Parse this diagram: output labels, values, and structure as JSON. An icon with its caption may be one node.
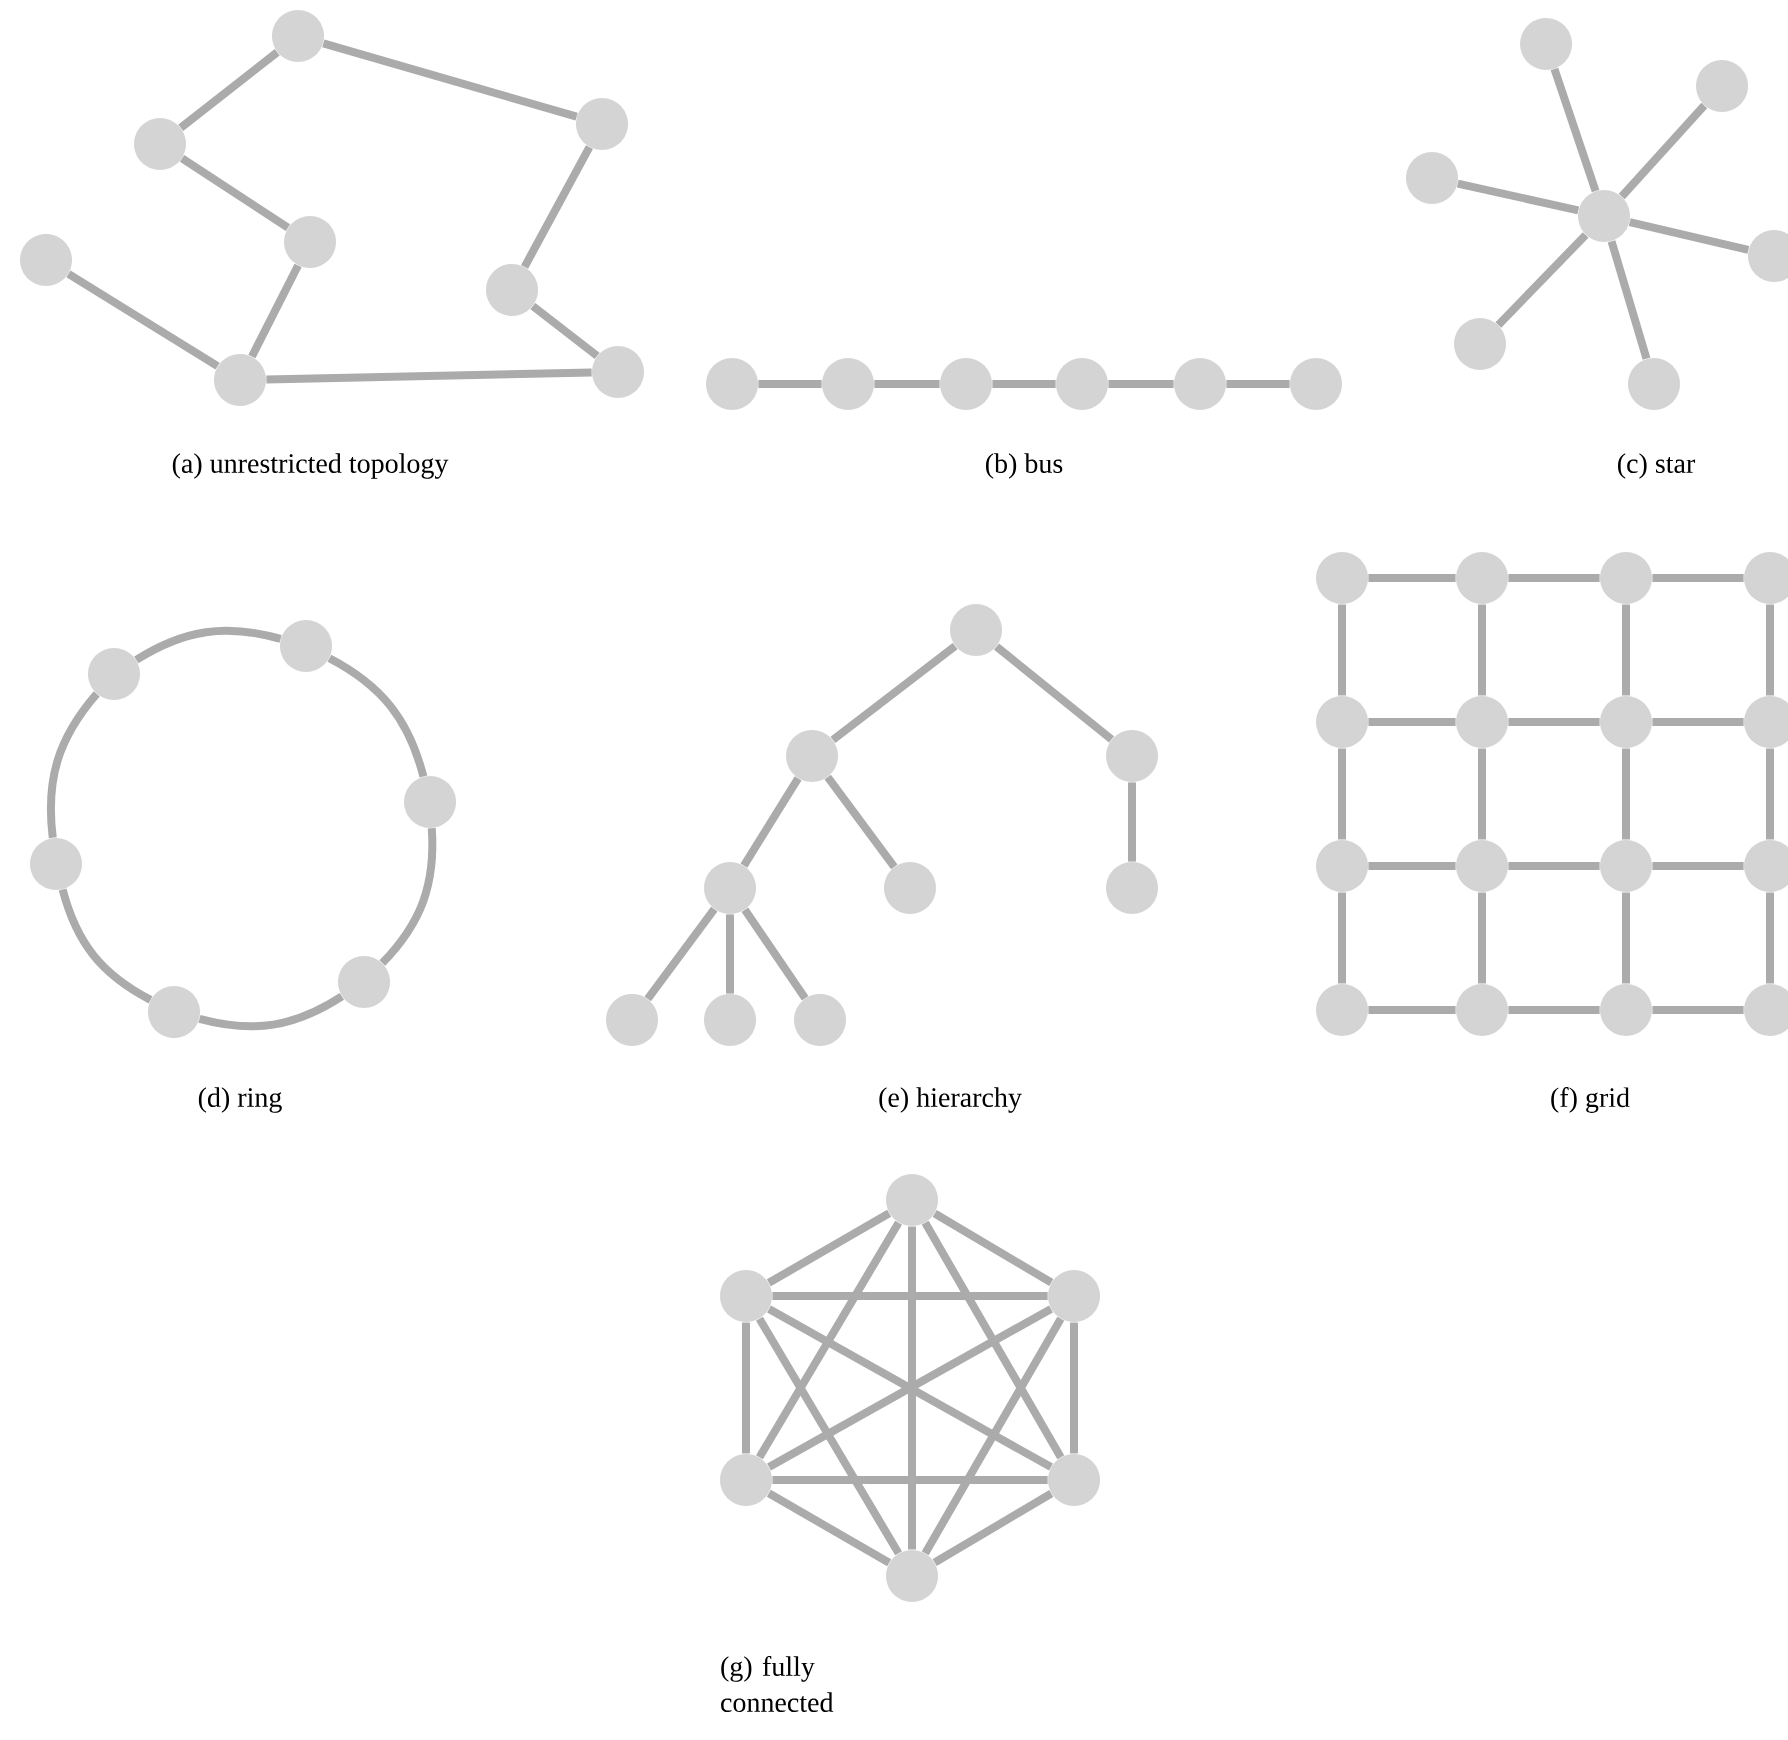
{
  "diagram": {
    "nodes": [
      {
        "text": [],
        "shape": "circle"
      },
      {
        "text": [],
        "shape": "circle"
      },
      {
        "text": [],
        "shape": "circle"
      },
      {
        "text": [],
        "shape": "circle"
      },
      {
        "text": [],
        "shape": "circle"
      },
      {
        "text": [],
        "shape": "circle"
      },
      {
        "text": [],
        "shape": "circle"
      },
      {
        "text": [],
        "shape": "circle"
      },
      {
        "text": [],
        "shape": "circle"
      },
      {
        "text": [],
        "shape": "circle"
      },
      {
        "text": [],
        "shape": "circle"
      },
      {
        "text": [],
        "shape": "circle"
      },
      {
        "text": [],
        "shape": "circle"
      },
      {
        "text": [],
        "shape": "circle"
      },
      {
        "text": [],
        "shape": "circle"
      },
      {
        "text": [],
        "shape": "circle"
      },
      {
        "text": [],
        "shape": "circle"
      },
      {
        "text": [],
        "shape": "circle"
      },
      {
        "text": [],
        "shape": "circle"
      },
      {
        "text": [],
        "shape": "circle"
      },
      {
        "text": [],
        "shape": "circle"
      },
      {
        "text": [],
        "shape": "circle"
      },
      {
        "text": [],
        "shape": "circle"
      },
      {
        "text": [],
        "shape": "circle"
      },
      {
        "text": [],
        "shape": "circle"
      },
      {
        "text": [],
        "shape": "circle"
      },
      {
        "text": [],
        "shape": "circle"
      },
      {
        "text": [],
        "shape": "circle"
      },
      {
        "text": [],
        "shape": "circle"
      },
      {
        "text": [],
        "shape": "circle"
      },
      {
        "text": [],
        "shape": "circle"
      },
      {
        "text": [],
        "shape": "circle"
      },
      {
        "text": [],
        "shape": "circle"
      },
      {
        "text": [],
        "shape": "circle"
      },
      {
        "text": [],
        "shape": "circle"
      },
      {
        "text": [],
        "shape": "circle"
      },
      {
        "text": [],
        "shape": "circle"
      },
      {
        "text": [],
        "shape": "circle"
      },
      {
        "text": [],
        "shape": "circle"
      },
      {
        "text": [],
        "shape": "circle"
      },
      {
        "text": [],
        "shape": "circle"
      },
      {
        "text": [],
        "shape": "circle"
      },
      {
        "text": [],
        "shape": "circle"
      },
      {
        "text": [],
        "shape": "circle"
      },
      {
        "text": [],
        "shape": "circle"
      },
      {
        "text": [],
        "shape": "circle"
      },
      {
        "text": [],
        "shape": "circle"
      },
      {
        "text": [],
        "shape": "circle"
      },
      {
        "text": [],
        "shape": "circle"
      },
      {
        "text": [],
        "shape": "circle"
      },
      {
        "text": [],
        "shape": "circle"
      },
      {
        "text": [],
        "shape": "circle"
      },
      {
        "text": [],
        "shape": "circle"
      },
      {
        "text": [],
        "shape": "circle"
      },
      {
        "text": [],
        "shape": "circle"
      },
      {
        "text": [],
        "shape": "circle"
      },
      {
        "text": [],
        "shape": "circle"
      },
      {
        "text": [],
        "shape": "circle"
      }
    ],
    "edges": [
      {
        "from": 0,
        "to": 1,
        "arrow": "none"
      },
      {
        "from": 0,
        "to": 2,
        "arrow": "none"
      },
      {
        "from": 1,
        "to": 3,
        "arrow": "none"
      },
      {
        "from": 3,
        "to": 6,
        "arrow": "none"
      },
      {
        "from": 4,
        "to": 6,
        "arrow": "none"
      },
      {
        "from": 6,
        "to": 7,
        "arrow": "none"
      },
      {
        "from": 2,
        "to": 5,
        "arrow": "none"
      },
      {
        "from": 5,
        "to": 7,
        "arrow": "none"
      },
      {
        "from": 8,
        "to": 9,
        "arrow": "none"
      },
      {
        "from": 9,
        "to": 10,
        "arrow": "none"
      },
      {
        "from": 10,
        "to": 11,
        "arrow": "none"
      },
      {
        "from": 11,
        "to": 12,
        "arrow": "none"
      },
      {
        "from": 12,
        "to": 13,
        "arrow": "none"
      },
      {
        "from": 17,
        "to": 14,
        "arrow": "none"
      },
      {
        "from": 17,
        "to": 15,
        "arrow": "none"
      },
      {
        "from": 17,
        "to": 16,
        "arrow": "none"
      },
      {
        "from": 17,
        "to": 18,
        "arrow": "none"
      },
      {
        "from": 17,
        "to": 19,
        "arrow": "none"
      },
      {
        "from": 17,
        "to": 20,
        "arrow": "none"
      },
      {
        "from": 23,
        "to": 21,
        "arrow": "none"
      },
      {
        "from": 21,
        "to": 22,
        "arrow": "none"
      },
      {
        "from": 22,
        "to": 24,
        "arrow": "none"
      },
      {
        "from": 24,
        "to": 26,
        "arrow": "none"
      },
      {
        "from": 26,
        "to": 25,
        "arrow": "none"
      },
      {
        "from": 25,
        "to": 23,
        "arrow": "none"
      },
      {
        "from": 27,
        "to": 28,
        "arrow": "none"
      },
      {
        "from": 27,
        "to": 29,
        "arrow": "none"
      },
      {
        "from": 28,
        "to": 30,
        "arrow": "none"
      },
      {
        "from": 28,
        "to": 31,
        "arrow": "none"
      },
      {
        "from": 29,
        "to": 32,
        "arrow": "none"
      },
      {
        "from": 30,
        "to": 33,
        "arrow": "none"
      },
      {
        "from": 30,
        "to": 34,
        "arrow": "none"
      },
      {
        "from": 30,
        "to": 35,
        "arrow": "none"
      },
      {
        "from": 36,
        "to": 37,
        "arrow": "none"
      },
      {
        "from": 37,
        "to": 38,
        "arrow": "none"
      },
      {
        "from": 38,
        "to": 39,
        "arrow": "none"
      },
      {
        "from": 40,
        "to": 41,
        "arrow": "none"
      },
      {
        "from": 41,
        "to": 42,
        "arrow": "none"
      },
      {
        "from": 42,
        "to": 43,
        "arrow": "none"
      },
      {
        "from": 44,
        "to": 45,
        "arrow": "none"
      },
      {
        "from": 45,
        "to": 46,
        "arrow": "none"
      },
      {
        "from": 46,
        "to": 47,
        "arrow": "none"
      },
      {
        "from": 48,
        "to": 49,
        "arrow": "none"
      },
      {
        "from": 49,
        "to": 50,
        "arrow": "none"
      },
      {
        "from": 50,
        "to": 51,
        "arrow": "none"
      },
      {
        "from": 36,
        "to": 40,
        "arrow": "none"
      },
      {
        "from": 37,
        "to": 41,
        "arrow": "none"
      },
      {
        "from": 38,
        "to": 42,
        "arrow": "none"
      },
      {
        "from": 39,
        "to": 43,
        "arrow": "none"
      },
      {
        "from": 40,
        "to": 44,
        "arrow": "none"
      },
      {
        "from": 41,
        "to": 45,
        "arrow": "none"
      },
      {
        "from": 42,
        "to": 46,
        "arrow": "none"
      },
      {
        "from": 43,
        "to": 47,
        "arrow": "none"
      },
      {
        "from": 44,
        "to": 48,
        "arrow": "none"
      },
      {
        "from": 45,
        "to": 49,
        "arrow": "none"
      },
      {
        "from": 46,
        "to": 50,
        "arrow": "none"
      },
      {
        "from": 47,
        "to": 51,
        "arrow": "none"
      },
      {
        "from": 52,
        "to": 53,
        "arrow": "none"
      },
      {
        "from": 52,
        "to": 54,
        "arrow": "none"
      },
      {
        "from": 52,
        "to": 55,
        "arrow": "none"
      },
      {
        "from": 52,
        "to": 56,
        "arrow": "none"
      },
      {
        "from": 52,
        "to": 57,
        "arrow": "none"
      },
      {
        "from": 53,
        "to": 54,
        "arrow": "none"
      },
      {
        "from": 53,
        "to": 55,
        "arrow": "none"
      },
      {
        "from": 53,
        "to": 56,
        "arrow": "none"
      },
      {
        "from": 53,
        "to": 57,
        "arrow": "none"
      },
      {
        "from": 54,
        "to": 55,
        "arrow": "none"
      },
      {
        "from": 54,
        "to": 56,
        "arrow": "none"
      },
      {
        "from": 54,
        "to": 57,
        "arrow": "none"
      },
      {
        "from": 55,
        "to": 56,
        "arrow": "none"
      },
      {
        "from": 55,
        "to": 57,
        "arrow": "none"
      },
      {
        "from": 56,
        "to": 57,
        "arrow": "none"
      }
    ],
    "labels": [
      "(a) unrestricted topology",
      "(b) bus",
      "(c) star",
      "(d) ring",
      "(e) hierarchy",
      "(f) grid",
      "(g) fully connected"
    ]
  }
}
